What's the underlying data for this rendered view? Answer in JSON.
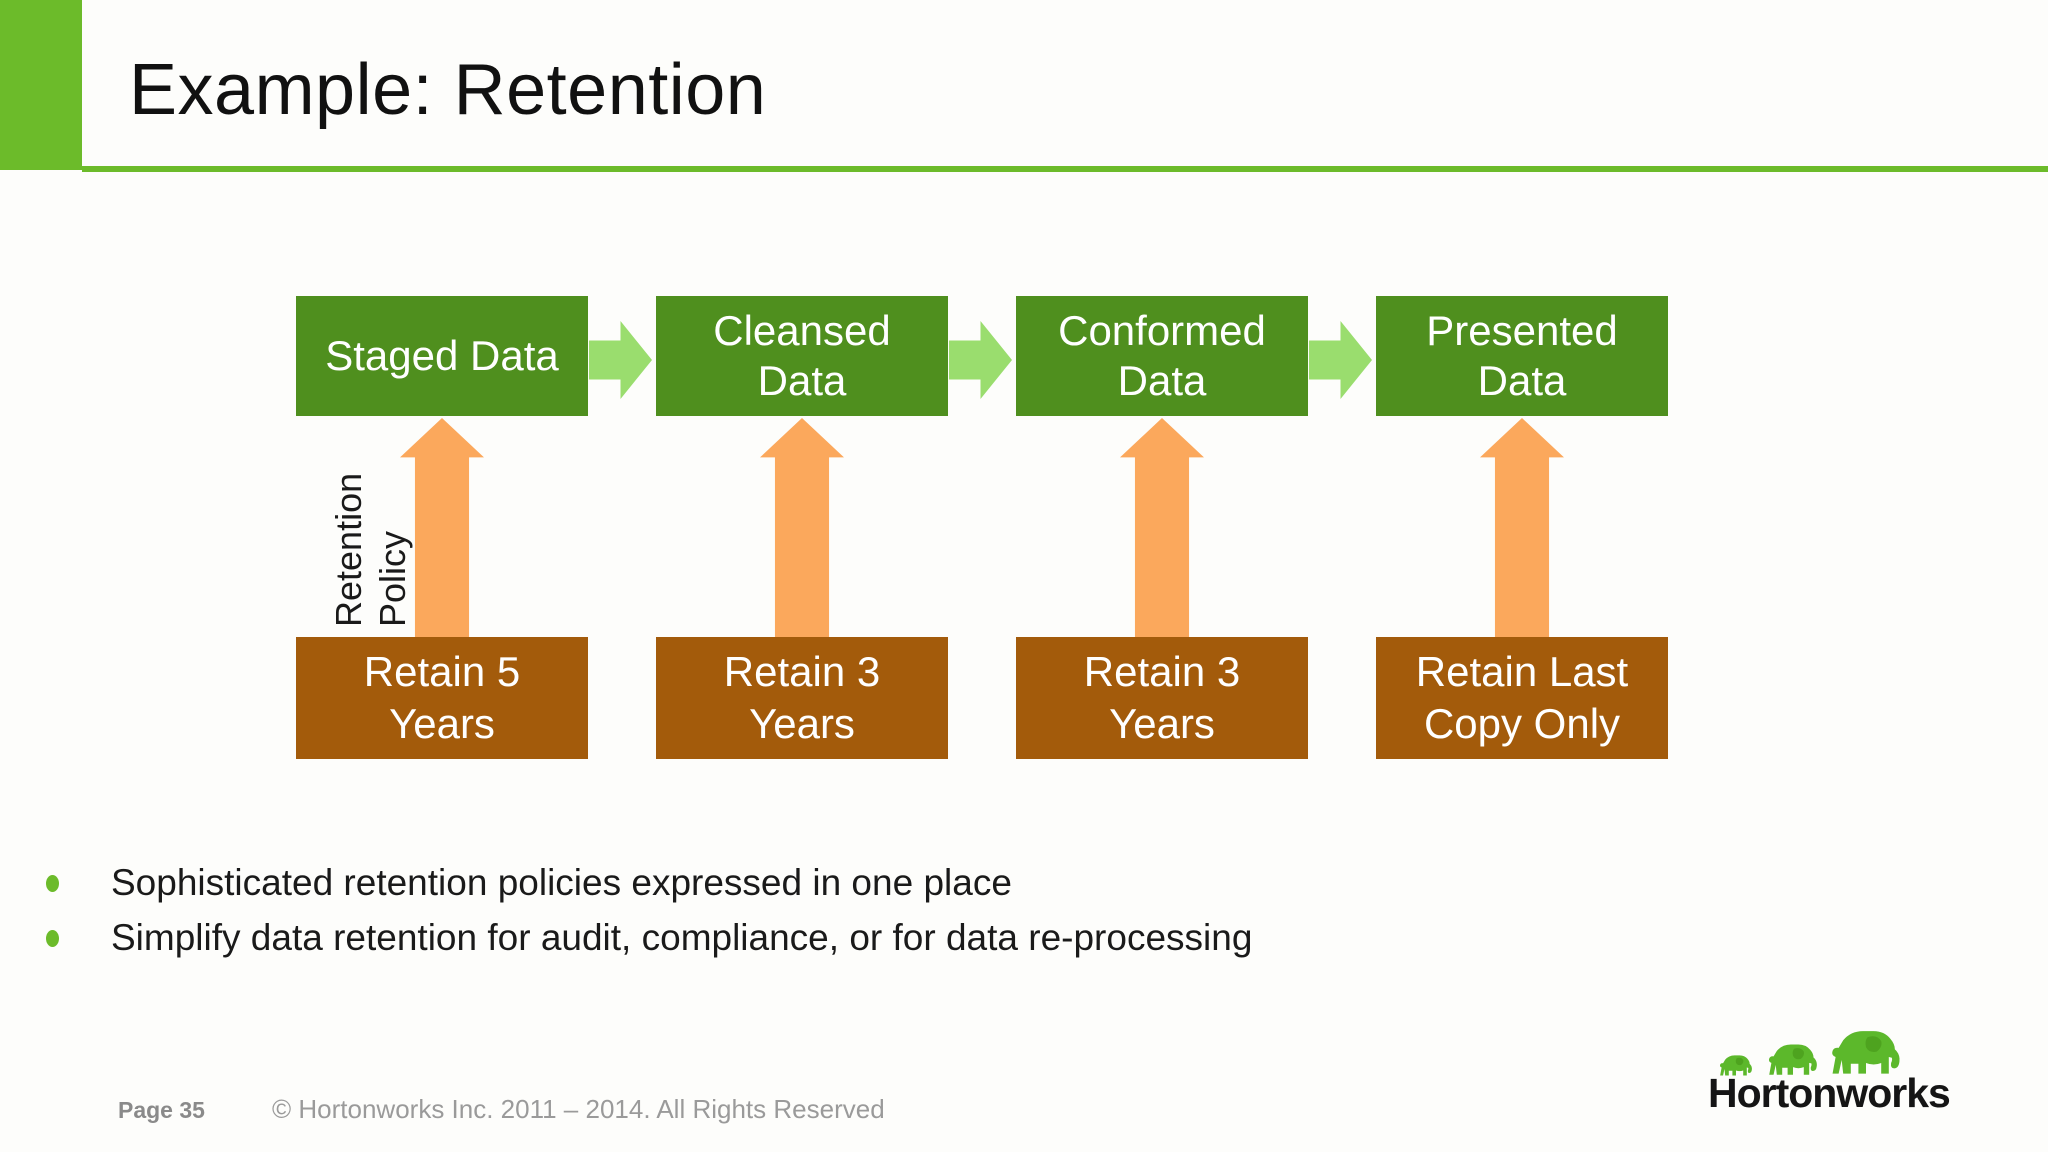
{
  "slide": {
    "title": "Example: Retention",
    "background_color": "#FDFDFB",
    "accent_green": "#6CBB2A",
    "stage_box_green": "#4F8F1E",
    "flow_arrow_green": "#9ADD6E",
    "retention_arrow_orange": "#FBA85C",
    "retain_box_brown": "#A35B0B"
  },
  "diagram": {
    "flow_label": "Retention\nPolicy",
    "columns": [
      {
        "stage": "Staged Data",
        "retention": "Retain 5\nYears"
      },
      {
        "stage": "Cleansed\nData",
        "retention": "Retain 3\nYears"
      },
      {
        "stage": "Conformed\nData",
        "retention": "Retain 3\nYears"
      },
      {
        "stage": "Presented\nData",
        "retention": "Retain Last\nCopy Only"
      }
    ]
  },
  "bullets": [
    "Sophisticated retention policies expressed in one place",
    "Simplify data retention for audit, compliance, or for data re-processing"
  ],
  "footer": {
    "page": "Page 35",
    "copyright": "© Hortonworks Inc. 2011 – 2014. All Rights Reserved"
  },
  "logo": {
    "text": "Hortonworks",
    "elephant_color": "#5CB82B",
    "ear_color": "#4EA31F"
  }
}
